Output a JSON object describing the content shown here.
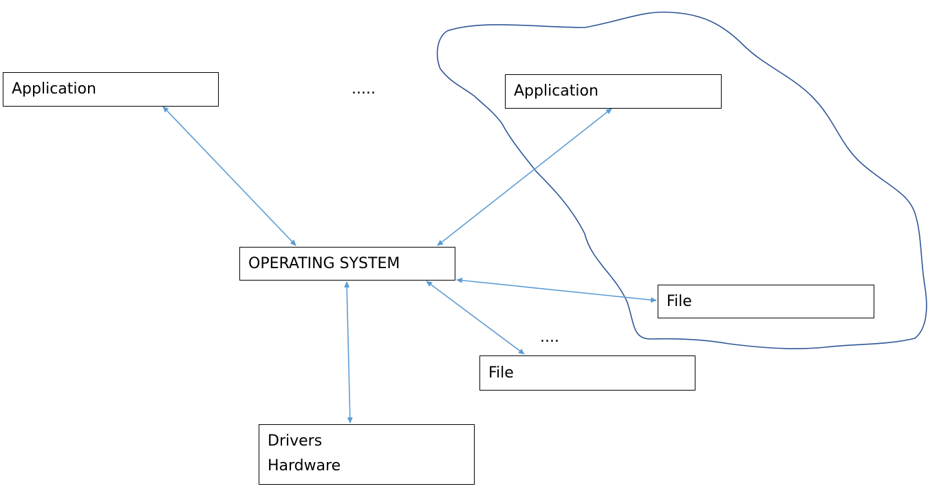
{
  "nodes": {
    "application_left": "Application",
    "application_right": "Application",
    "operating_system": "OPERATING SYSTEM",
    "file_right": "File",
    "file_mid": "File",
    "drivers_line1": "Drivers",
    "drivers_line2": "Hardware"
  },
  "ellipses": {
    "top": ".....",
    "bottom": "...."
  },
  "colors": {
    "arrow": "#5b9bd5",
    "outline": "#2f5597",
    "box_border": "#000000"
  }
}
